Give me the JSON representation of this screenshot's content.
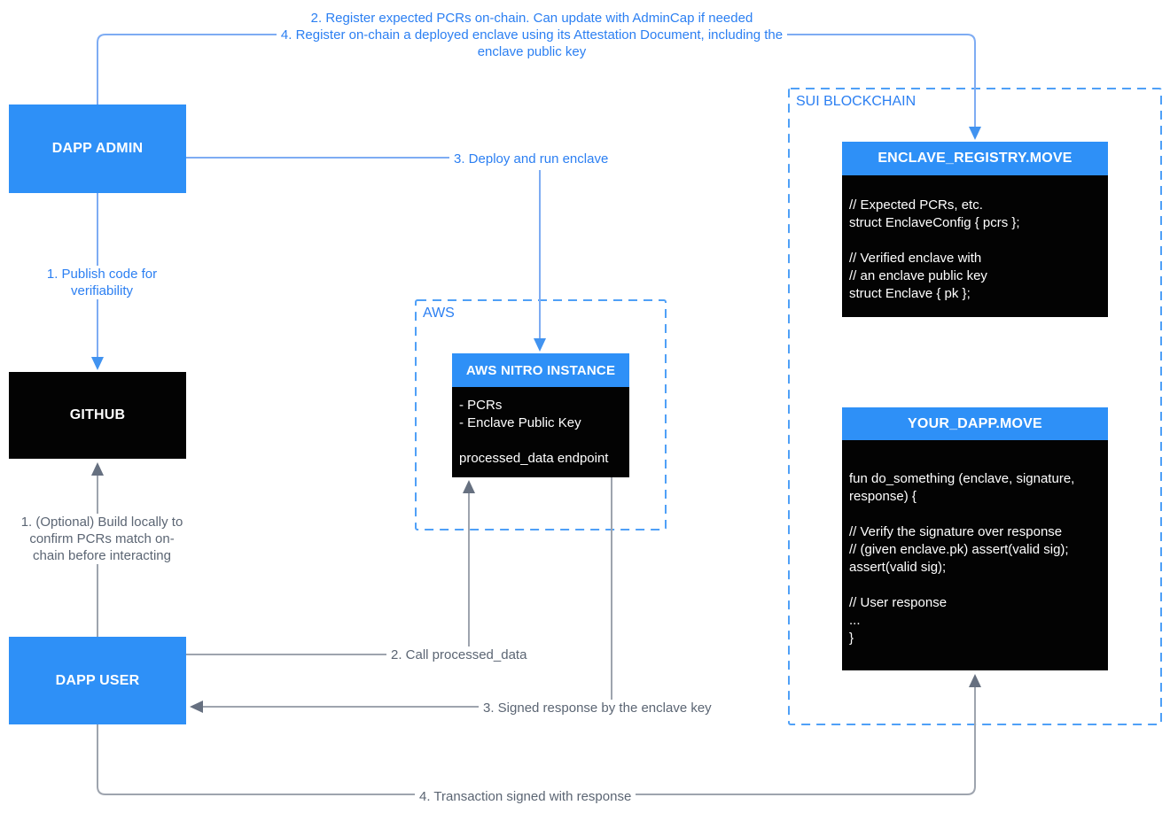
{
  "colors": {
    "box_blue": "#2e90f7",
    "box_black": "#030303",
    "label_blue": "#2b7ff2",
    "label_gray": "#5b6573",
    "line_blue": "#7eacf3",
    "arrow_blue": "#4193f0",
    "line_gray": "#9ea4ae",
    "arrow_gray": "#667080",
    "dashed_border_blue": "#4fa0f7"
  },
  "nodes": {
    "dapp_admin": {
      "title": "DAPP ADMIN"
    },
    "github": {
      "title": "GITHUB"
    },
    "dapp_user": {
      "title": "DAPP USER"
    },
    "aws_nitro": {
      "title": "AWS NITRO INSTANCE",
      "code_lines": [
        "- PCRs",
        "- Enclave Public Key",
        "",
        "processed_data endpoint"
      ]
    },
    "enclave_registry": {
      "title": "ENCLAVE_REGISTRY.MOVE",
      "code_lines": [
        "// Expected PCRs, etc.",
        "struct EnclaveConfig { pcrs };",
        "",
        "// Verified enclave with",
        "// an enclave public key",
        "struct Enclave { pk };"
      ]
    },
    "your_dapp": {
      "title": "YOUR_DAPP.MOVE",
      "code_lines": [
        "fun do_something (enclave, signature,",
        "response) {",
        "",
        "// Verify the signature over response",
        "// (given enclave.pk) assert(valid sig);",
        "assert(valid sig);",
        "",
        "// User response",
        "...",
        "}"
      ]
    }
  },
  "groups": {
    "aws": {
      "label": "AWS"
    },
    "sui": {
      "label": "SUI BLOCKCHAIN"
    }
  },
  "edge_labels": {
    "register_line1": "2. Register expected PCRs on-chain. Can update with AdminCap if needed",
    "register_line2": "4. Register on-chain a deployed enclave using its Attestation Document, including the",
    "register_line3": "enclave public key",
    "publish": "1. Publish code for verifiability",
    "deploy": "3. Deploy and run enclave",
    "optional_build": "1. (Optional) Build locally to confirm PCRs match on-chain before interacting",
    "call": "2. Call processed_data",
    "signed_response": "3. Signed response by the enclave key",
    "transaction": "4. Transaction signed with response"
  }
}
